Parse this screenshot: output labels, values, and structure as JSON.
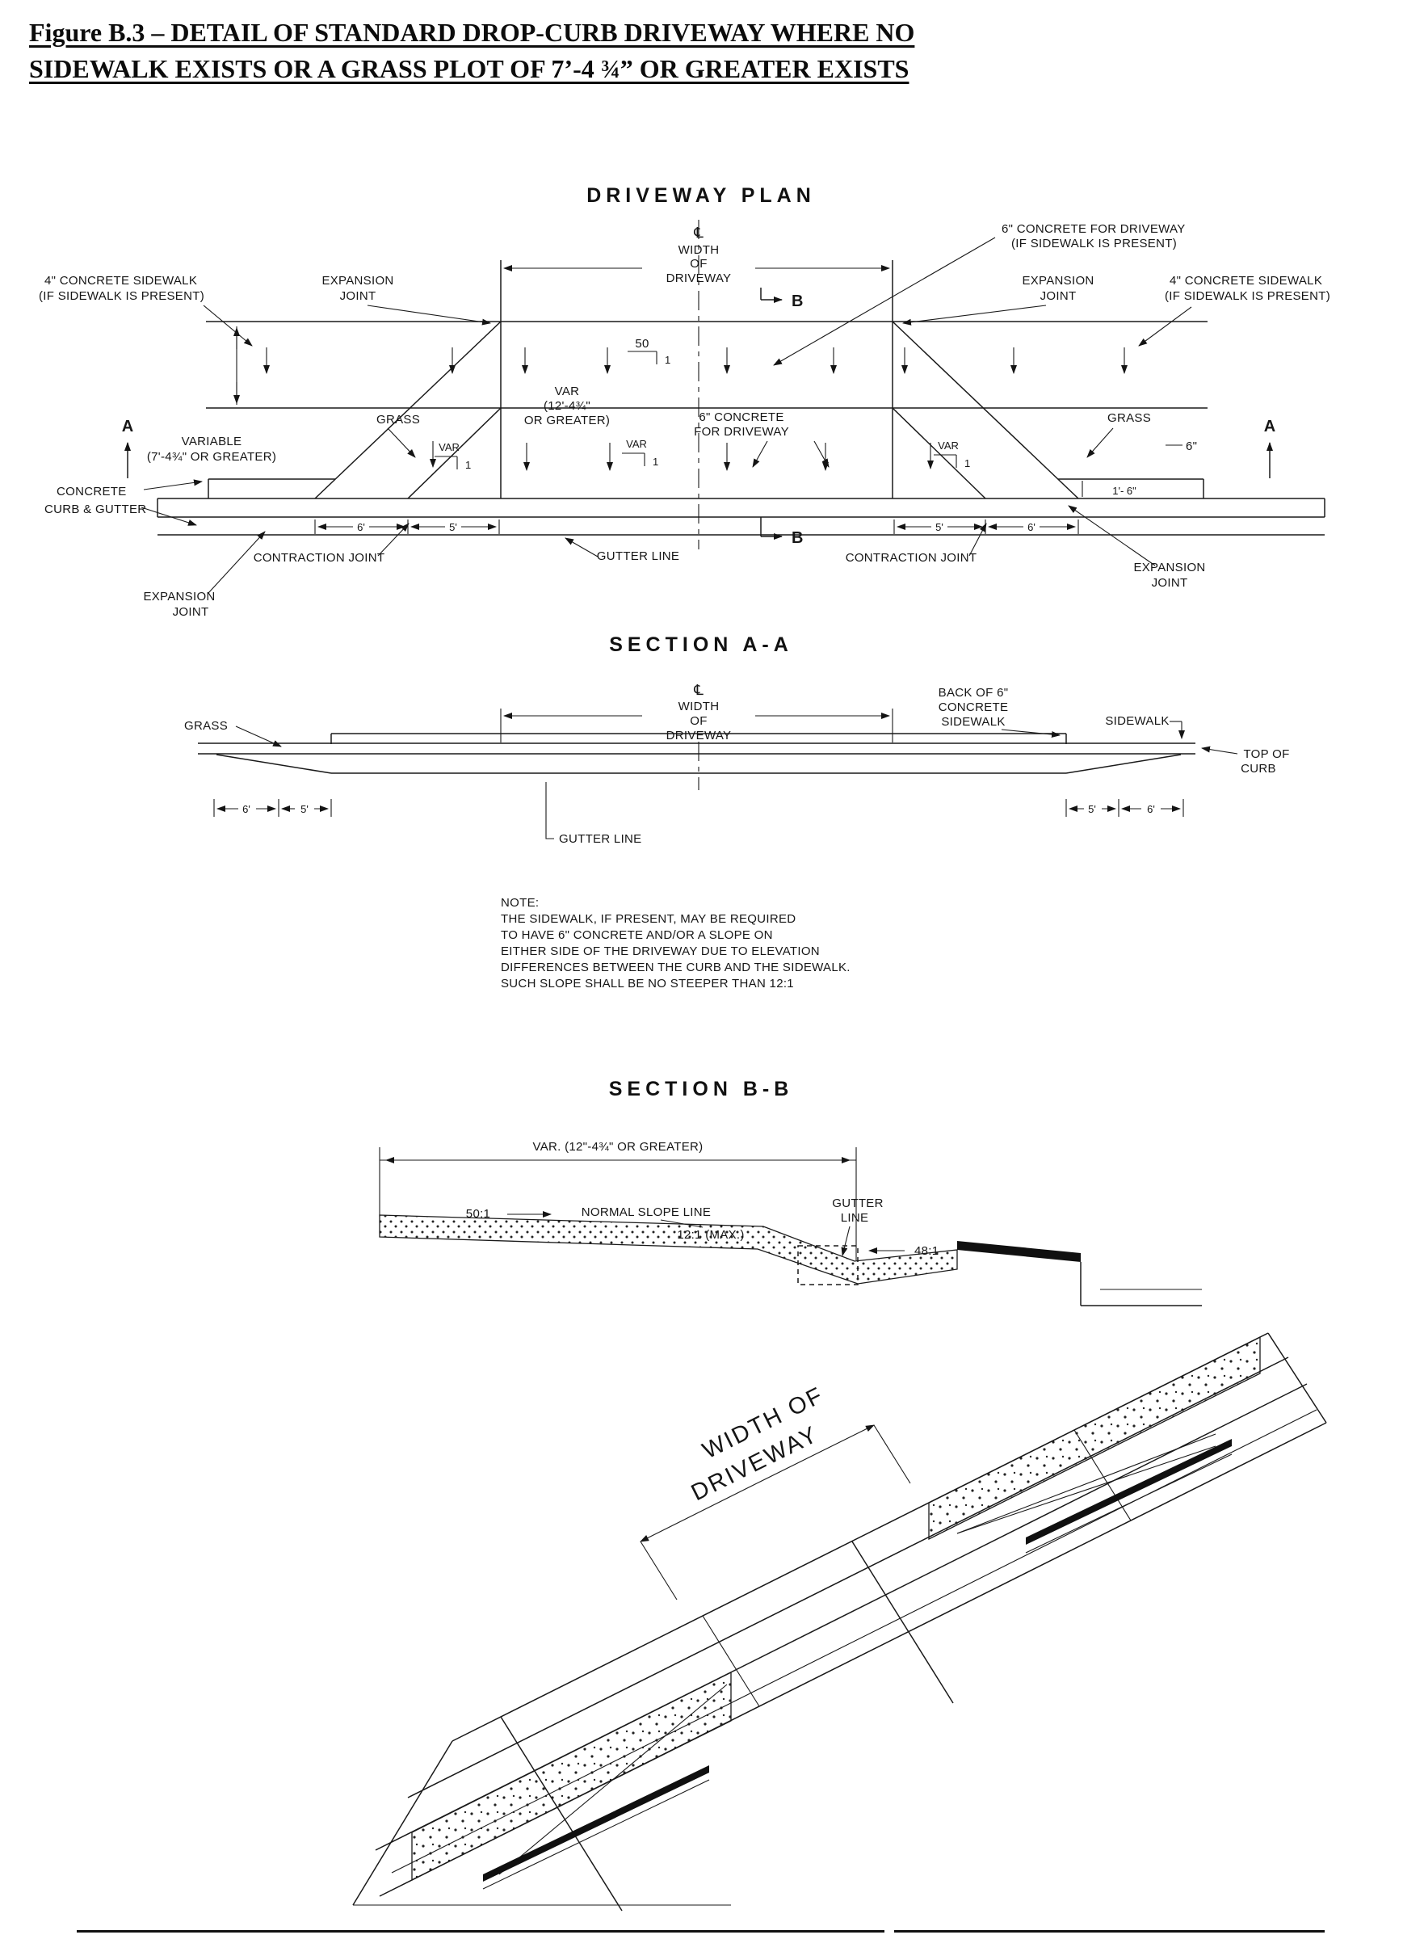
{
  "page": {
    "title_line1": "Figure B.3 – DETAIL OF STANDARD DROP-CURB DRIVEWAY WHERE NO",
    "title_line2": "SIDEWALK EXISTS OR A GRASS PLOT OF 7’-4 ¾” OR GREATER EXISTS"
  },
  "plan": {
    "title": "DRIVEWAY PLAN",
    "cl": "℄",
    "width_of": [
      "WIDTH",
      "OF",
      "DRIVEWAY"
    ],
    "b_top": "B",
    "b_bottom": "B",
    "a_left": "A",
    "a_right": "A",
    "labels": {
      "concrete_drwy_tr": [
        "6\" CONCRETE FOR DRIVEWAY",
        "(IF SIDEWALK IS PRESENT)"
      ],
      "sidewalk_left": [
        "4\" CONCRETE SIDEWALK",
        "(IF SIDEWALK IS PRESENT)"
      ],
      "sidewalk_right": [
        "4\" CONCRETE SIDEWALK",
        "(IF SIDEWALK IS PRESENT)"
      ],
      "exp_joint_tl": [
        "EXPANSION",
        "JOINT"
      ],
      "exp_joint_tr": [
        "EXPANSION",
        "JOINT"
      ],
      "exp_joint_bl": [
        "EXPANSION",
        "JOINT"
      ],
      "exp_joint_br": [
        "EXPANSION",
        "JOINT"
      ],
      "slope50": "50",
      "slope50_1": "1",
      "variable": [
        "VARIABLE",
        "(7'-4¾\" OR GREATER)"
      ],
      "grass_left": "GRASS",
      "grass_right": "GRASS",
      "var_center": [
        "VAR",
        "(12'-4¾\"",
        "OR GREATER)"
      ],
      "concrete_drwy_c": [
        "6\" CONCRETE",
        "FOR DRIVEWAY"
      ],
      "var_small": "VAR",
      "var_small_1": "1",
      "six_in": "6\"",
      "one_six": "1'- 6\"",
      "curb_gutter": [
        "CONCRETE",
        "CURB & GUTTER"
      ],
      "contraction": "CONTRACTION JOINT",
      "gutter_line": "GUTTER LINE",
      "dim6": "6'",
      "dim5": "5'"
    }
  },
  "aa": {
    "title": "SECTION A-A",
    "cl": "℄",
    "width_of": [
      "WIDTH",
      "OF",
      "DRIVEWAY"
    ],
    "labels": {
      "grass": "GRASS",
      "back_of": [
        "BACK OF 6\"",
        "CONCRETE",
        "SIDEWALK"
      ],
      "sidewalk": "SIDEWALK",
      "top_of_curb": [
        "TOP OF",
        "CURB"
      ],
      "gutter_line": "GUTTER LINE",
      "dim6": "6'",
      "dim5": "5'"
    }
  },
  "note": {
    "heading": "NOTE:",
    "lines": [
      "THE SIDEWALK, IF PRESENT, MAY BE REQUIRED",
      "TO HAVE 6\" CONCRETE AND/OR A SLOPE ON",
      "EITHER SIDE OF THE DRIVEWAY DUE TO ELEVATION",
      "DIFFERENCES BETWEEN THE CURB AND THE SIDEWALK.",
      "SUCH SLOPE SHALL BE NO STEEPER THAN 12:1"
    ]
  },
  "bb": {
    "title": "SECTION B-B",
    "labels": {
      "var_dim": "VAR. (12\"-4¾\" OR GREATER)",
      "slope50": "50:1",
      "normal_slope": "NORMAL SLOPE LINE",
      "slope12": "12:1 (MAX.)",
      "gutter": [
        "GUTTER",
        "LINE"
      ],
      "slope48": "48:1"
    }
  },
  "iso": {
    "width_of": [
      "WIDTH OF",
      "DRIVEWAY"
    ]
  }
}
